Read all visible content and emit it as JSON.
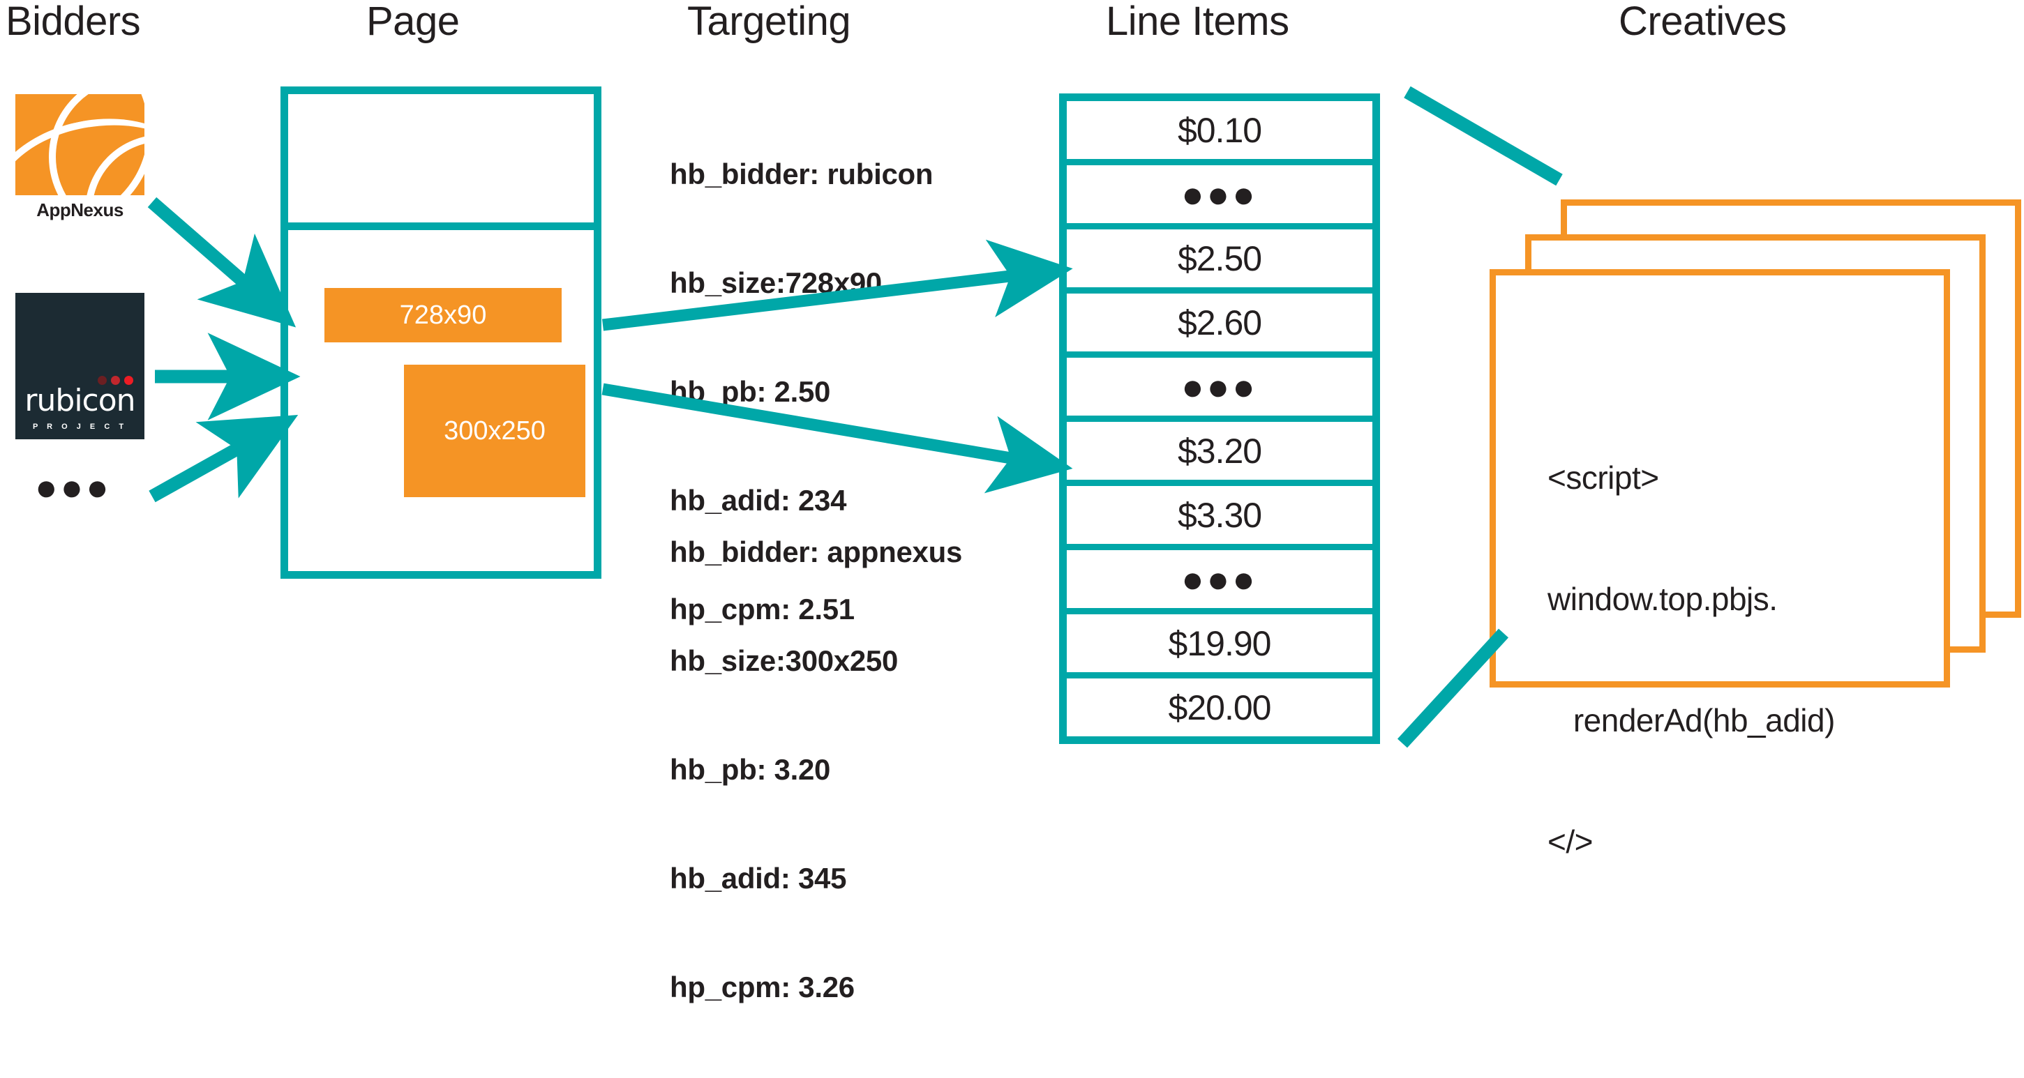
{
  "headers": [
    {
      "id": "bidders",
      "label": "Bidders"
    },
    {
      "id": "page",
      "label": "Page"
    },
    {
      "id": "targeting",
      "label": "Targeting"
    },
    {
      "id": "lineitems",
      "label": "Line Items"
    },
    {
      "id": "creatives",
      "label": "Creatives"
    }
  ],
  "colors": {
    "teal": "#00A7A8",
    "orange": "#F59425",
    "ink": "#231f20",
    "rubicon_bg": "#1c2b33",
    "rubicon_dot_1": "#6b1f22",
    "rubicon_dot_2": "#c1272d",
    "rubicon_dot_3": "#ed1c24",
    "white": "#ffffff"
  },
  "bidders": {
    "items": [
      {
        "name": "appnexus",
        "label": "AppNexus",
        "logo": "appnexus-logo"
      },
      {
        "name": "rubicon",
        "label": "rubicon",
        "sublabel": "P R O J E C T",
        "logo": "rubicon-project-logo"
      }
    ],
    "more_indicator": "●●●"
  },
  "page": {
    "slots": [
      {
        "id": "slot-728x90",
        "label": "728x90"
      },
      {
        "id": "slot-300x250",
        "label": "300x250"
      }
    ]
  },
  "targeting": {
    "blocks": [
      {
        "id": "targeting-rubicon",
        "lines": [
          "hb_bidder: rubicon",
          "hb_size:728x90",
          "hb_pb: 2.50",
          "hb_adid: 234",
          "hp_cpm: 2.51"
        ]
      },
      {
        "id": "targeting-appnexus",
        "lines": [
          "hb_bidder: appnexus",
          "hb_size:300x250",
          "hb_pb: 3.20",
          "hb_adid: 345",
          "hp_cpm: 3.26"
        ]
      }
    ]
  },
  "line_items": {
    "rows": [
      {
        "label": "$0.10",
        "type": "price",
        "value": 0.1
      },
      {
        "label": "●●●",
        "type": "ellipsis",
        "value": null
      },
      {
        "label": "$2.50",
        "type": "price",
        "value": 2.5
      },
      {
        "label": "$2.60",
        "type": "price",
        "value": 2.6
      },
      {
        "label": "●●●",
        "type": "ellipsis",
        "value": null
      },
      {
        "label": "$3.20",
        "type": "price",
        "value": 3.2
      },
      {
        "label": "$3.30",
        "type": "price",
        "value": 3.3
      },
      {
        "label": "●●●",
        "type": "ellipsis",
        "value": null
      },
      {
        "label": "$19.90",
        "type": "price",
        "value": 19.9
      },
      {
        "label": "$20.00",
        "type": "price",
        "value": 20.0
      }
    ]
  },
  "creatives": {
    "card_count": 3,
    "code_lines": [
      "<script>",
      "window.top.pbjs.",
      "   renderAd(hb_adid)",
      "</>"
    ]
  }
}
